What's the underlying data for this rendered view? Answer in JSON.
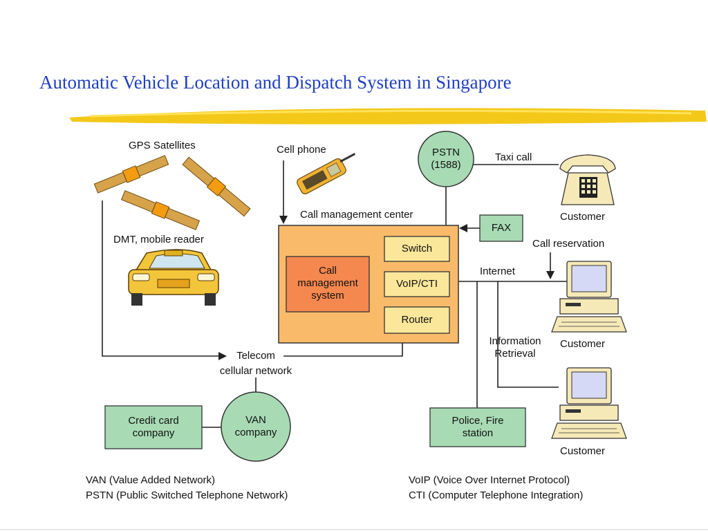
{
  "title": "Automatic Vehicle Location and Dispatch System in Singapore",
  "labels": {
    "gps_satellites": "GPS Satellites",
    "cell_phone": "Cell phone",
    "pstn_line1": "PSTN",
    "pstn_line2": "(1588)",
    "taxi_call": "Taxi call",
    "customer_phone": "Customer",
    "call_management_center": "Call management center",
    "fax": "FAX",
    "call_reservation": "Call reservation",
    "dmt_reader": "DMT, mobile reader",
    "call_mgmt_line1": "Call",
    "call_mgmt_line2": "management",
    "call_mgmt_line3": "system",
    "switch": "Switch",
    "voip_cti": "VoIP/CTI",
    "router": "Router",
    "internet": "Internet",
    "customer_pc1": "Customer",
    "information_line1": "Information",
    "information_line2": "Retrieval",
    "telecom_line1": "Telecom",
    "telecom_line2": "cellular network",
    "credit_card_line1": "Credit card",
    "credit_card_line2": "company",
    "van_line1": "VAN",
    "van_line2": "company",
    "police_line1": "Police, Fire",
    "police_line2": "station",
    "customer_pc2": "Customer"
  },
  "notes": {
    "van": "VAN (Value Added Network)",
    "pstn": "PSTN (Public Switched Telephone Network)",
    "voip": "VoIP (Voice Over Internet Protocol)",
    "cti": "CTI (Computer Telephone Integration)"
  },
  "colors": {
    "title": "#1f3fc4",
    "highlight_stroke": "#f2c200",
    "center_fill": "#f9bb6a",
    "call_system_fill": "#f4884f",
    "module_fill": "#fbe79a",
    "green_fill": "#a8dbb4",
    "line": "#222222"
  }
}
